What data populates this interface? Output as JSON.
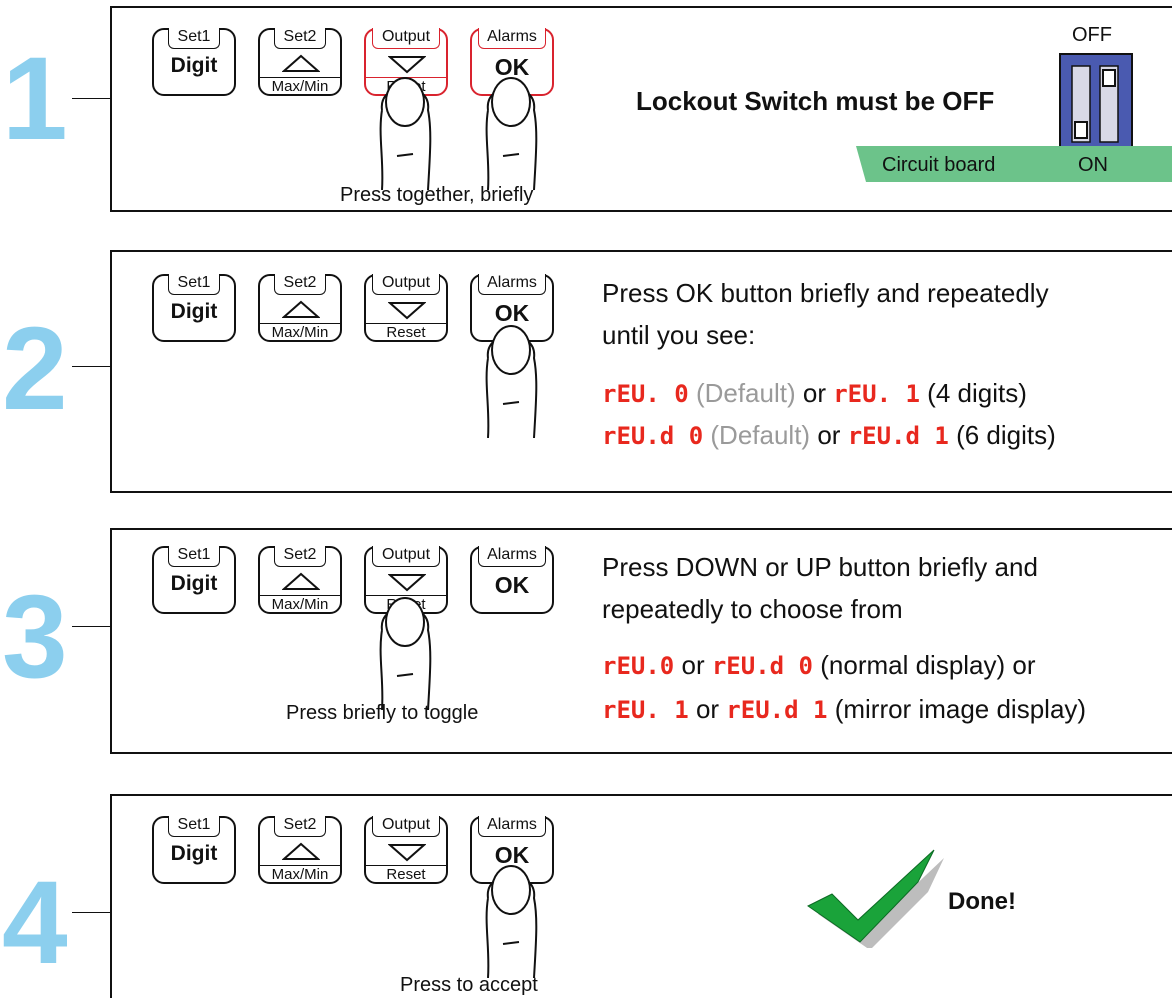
{
  "buttons": {
    "set1": {
      "top": "Set1",
      "main": "Digit"
    },
    "set2": {
      "top": "Set2",
      "bottom": "Max/Min"
    },
    "output": {
      "top": "Output",
      "bottom": "Reset"
    },
    "alarms": {
      "top": "Alarms",
      "main": "OK"
    }
  },
  "steps": [
    {
      "number": "1",
      "caption": "Press together, briefly",
      "title": "Lockout Switch must be OFF",
      "switch": {
        "off_label": "OFF",
        "on_label": "ON",
        "board_label": "Circuit board"
      }
    },
    {
      "number": "2",
      "line1": "Press OK button briefly and repeatedly",
      "line2": "until you see:",
      "row1": {
        "code_a": "rEU. 0",
        "default_a": "(Default)",
        "or": "or",
        "code_b": "rEU. 1",
        "note": "(4  digits)"
      },
      "row2": {
        "code_a": "rEU.d 0",
        "default_a": "(Default)",
        "or": "or",
        "code_b": "rEU.d 1",
        "note": "(6  digits)"
      }
    },
    {
      "number": "3",
      "caption": "Press briefly to toggle",
      "line1": "Press DOWN or UP  button briefly and",
      "line2": "repeatedly to choose from",
      "row1": {
        "code_a": "rEU.0",
        "or": "or",
        "code_b": "rEU.d 0",
        "note": "(normal display) or"
      },
      "row2": {
        "code_a": "rEU. 1",
        "or": "or",
        "code_b": "rEU.d 1",
        "note": "(mirror  image display)"
      }
    },
    {
      "number": "4",
      "caption": "Press to accept",
      "done": "Done!"
    }
  ],
  "colors": {
    "step_number": "#8ccfee",
    "pressed_outline": "#d9232e",
    "segment_text": "#e8281e",
    "switch_body": "#4a5ab0",
    "board": "#6cc38a",
    "check": "#1aa33a"
  }
}
